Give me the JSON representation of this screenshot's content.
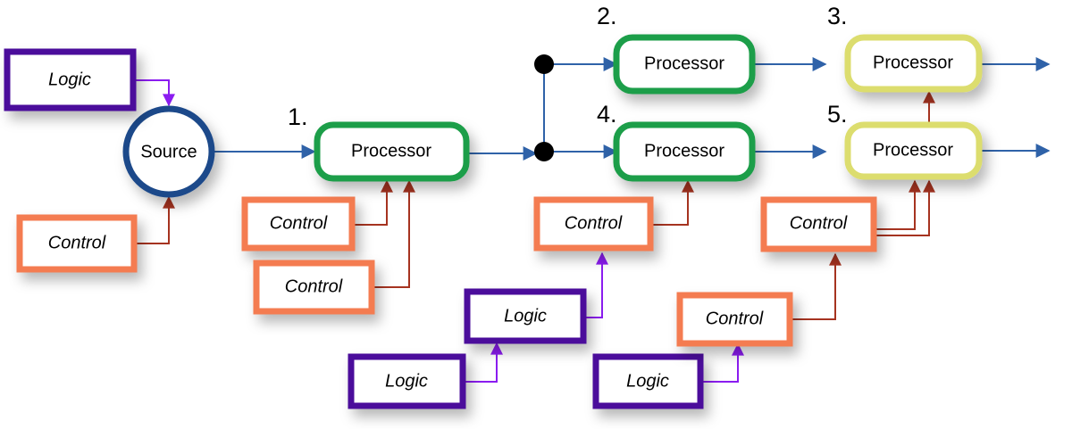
{
  "colors": {
    "logic": "#4B0C9B",
    "control": "#F47C51",
    "source": "#1F4A8A",
    "processor_green": "#1E9E48",
    "processor_yellow": "#DCDD6E",
    "flow_arrow": "#2F62A8",
    "control_arrow": "#A63320",
    "logic_arrow": "#8B1CF0",
    "junction": "#000000"
  },
  "source": {
    "label": "Source"
  },
  "logic_blocks": [
    {
      "label": "Logic"
    },
    {
      "label": "Logic"
    },
    {
      "label": "Logic"
    },
    {
      "label": "Logic"
    }
  ],
  "control_blocks": [
    {
      "label": "Control"
    },
    {
      "label": "Control"
    },
    {
      "label": "Control"
    },
    {
      "label": "Control"
    },
    {
      "label": "Control"
    },
    {
      "label": "Control"
    }
  ],
  "processors": [
    {
      "number": "1.",
      "label": "Processor"
    },
    {
      "number": "2.",
      "label": "Processor"
    },
    {
      "number": "3.",
      "label": "Processor"
    },
    {
      "number": "4.",
      "label": "Processor"
    },
    {
      "number": "5.",
      "label": "Processor"
    }
  ]
}
